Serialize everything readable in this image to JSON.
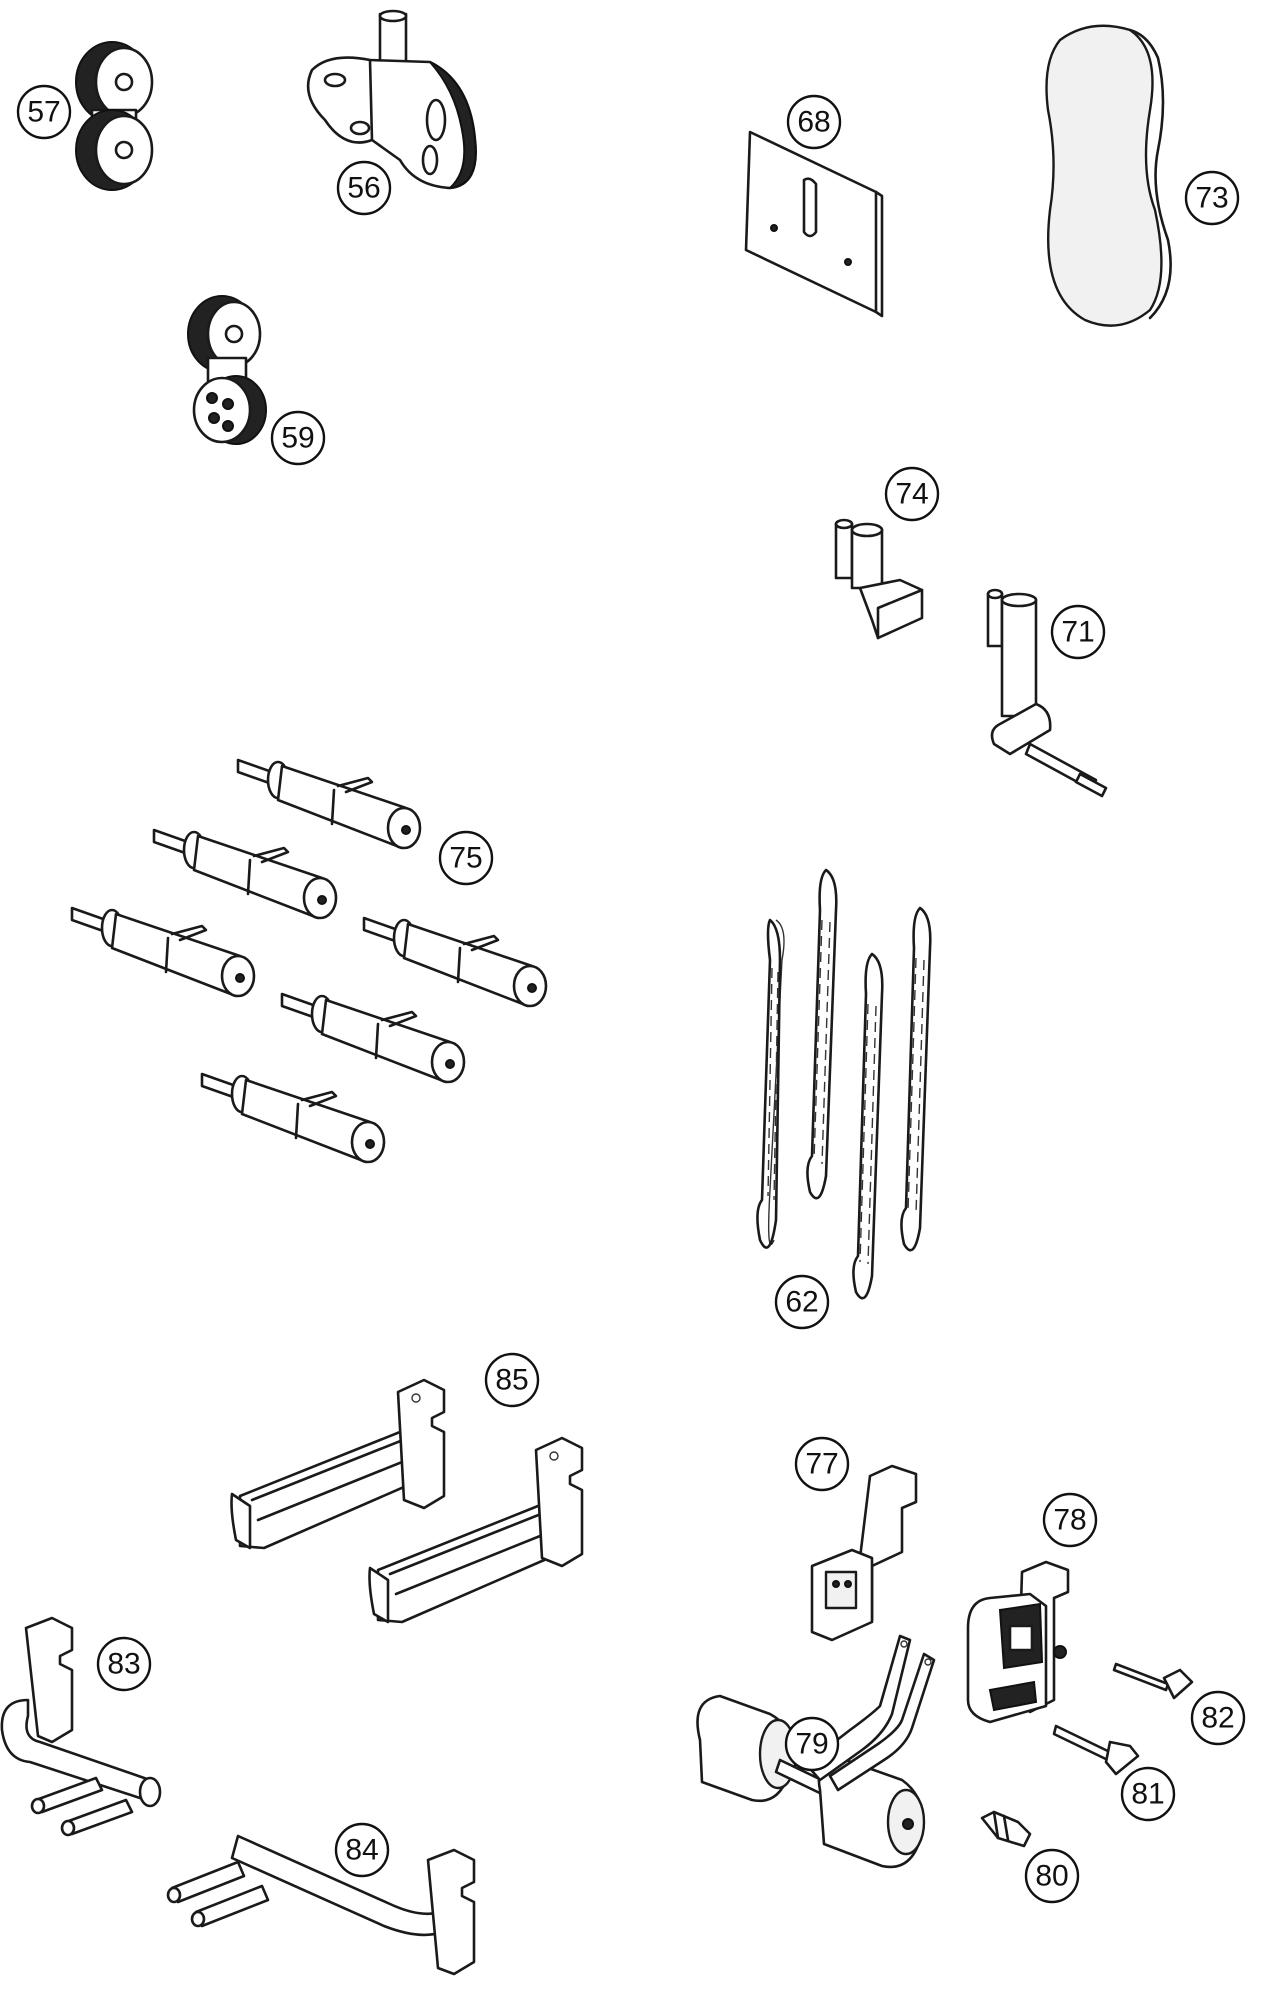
{
  "diagram": {
    "callouts": [
      {
        "id": "57",
        "label": "57"
      },
      {
        "id": "56",
        "label": "56"
      },
      {
        "id": "59",
        "label": "59"
      },
      {
        "id": "68",
        "label": "68"
      },
      {
        "id": "73",
        "label": "73"
      },
      {
        "id": "74",
        "label": "74"
      },
      {
        "id": "71",
        "label": "71"
      },
      {
        "id": "75",
        "label": "75"
      },
      {
        "id": "62",
        "label": "62"
      },
      {
        "id": "85",
        "label": "85"
      },
      {
        "id": "77",
        "label": "77"
      },
      {
        "id": "78",
        "label": "78"
      },
      {
        "id": "83",
        "label": "83"
      },
      {
        "id": "82",
        "label": "82"
      },
      {
        "id": "79",
        "label": "79"
      },
      {
        "id": "81",
        "label": "81"
      },
      {
        "id": "84",
        "label": "84"
      },
      {
        "id": "80",
        "label": "80"
      }
    ]
  }
}
